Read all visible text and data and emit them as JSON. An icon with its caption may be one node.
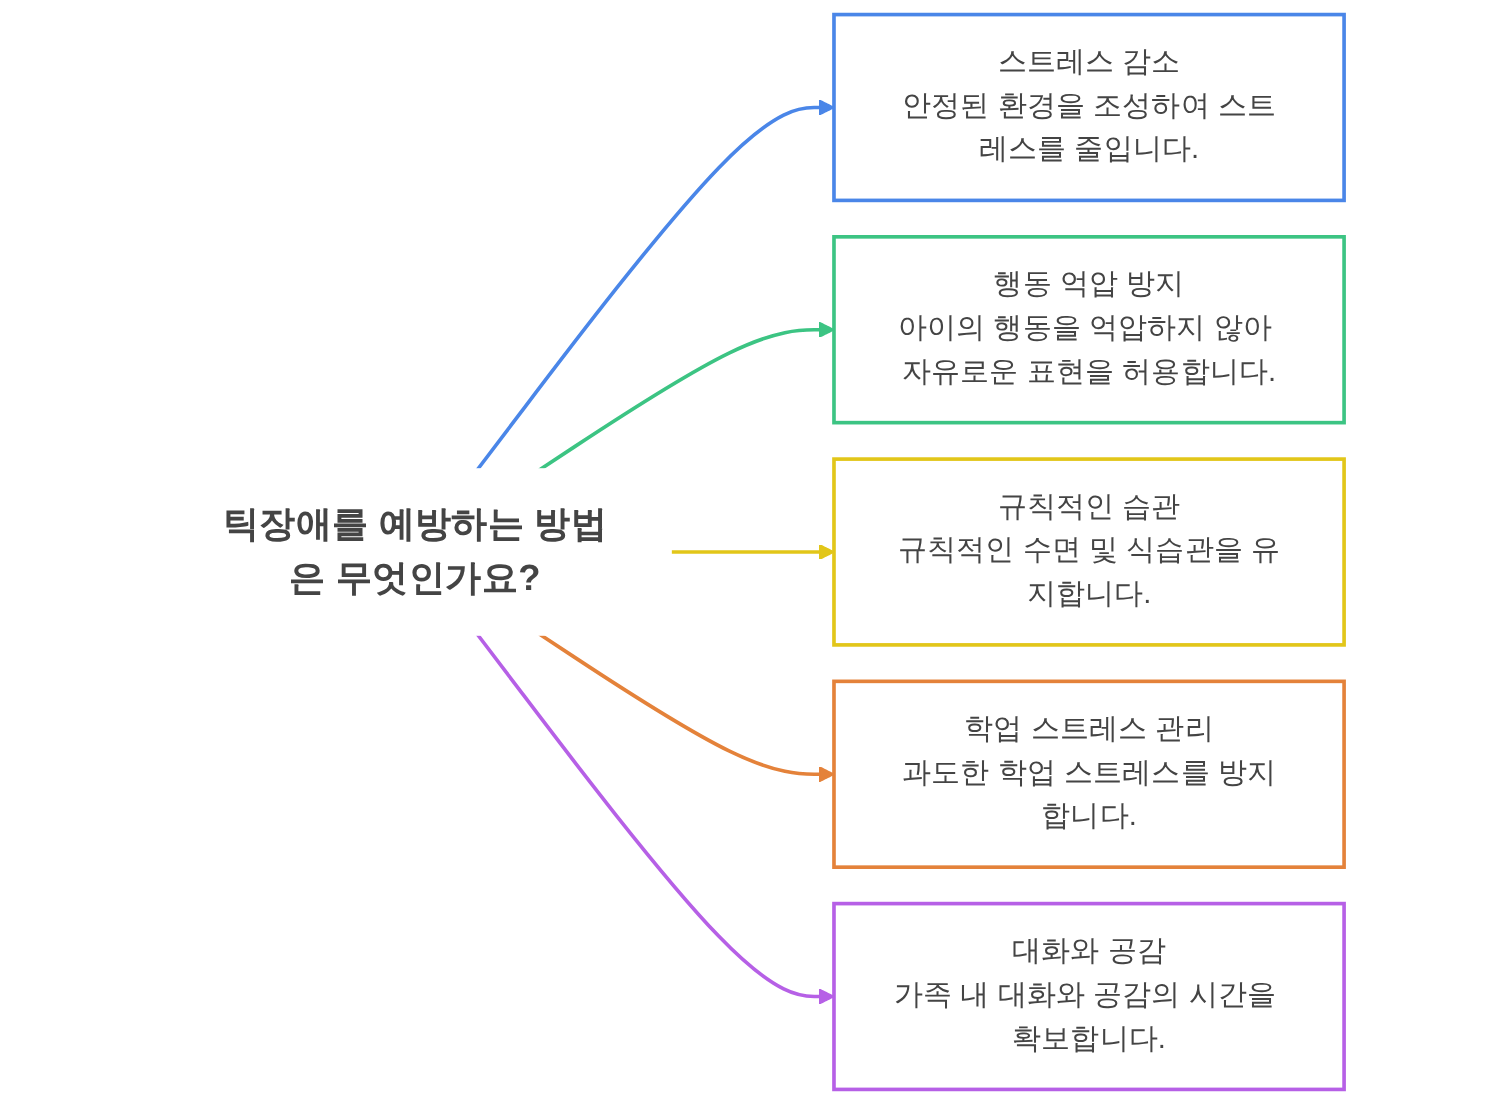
{
  "diagram": {
    "nodes": [
      {
        "text": [
          "틱장애를 예방하는 방법은 무엇인가요?"
        ]
      },
      {
        "text": [
          "스트레스 감소",
          "안정된 환경을 조성하여 스트레스를 줄입니다."
        ]
      },
      {
        "text": [
          "행동 억압 방지",
          "아이의 행동을 억압하지 않아 자유로운 표현을 허용합니다."
        ]
      },
      {
        "text": [
          "규칙적인 습관",
          "규칙적인 수면 및 식습관을 유지합니다."
        ]
      },
      {
        "text": [
          "학업 스트레스 관리",
          "과도한 학업 스트레스를 방지합니다."
        ]
      },
      {
        "text": [
          "대화와 공감",
          "가족 내 대화와 공감의 시간을 확보합니다."
        ]
      }
    ],
    "edges": [
      {
        "from": 0,
        "to": 1,
        "arrow": "to",
        "color": "#4a86e8"
      },
      {
        "from": 0,
        "to": 2,
        "arrow": "to",
        "color": "#3cc483"
      },
      {
        "from": 0,
        "to": 3,
        "arrow": "to",
        "color": "#e2c619"
      },
      {
        "from": 0,
        "to": 4,
        "arrow": "to",
        "color": "#e4823a"
      },
      {
        "from": 0,
        "to": 5,
        "arrow": "to",
        "color": "#b660e6"
      }
    ]
  }
}
